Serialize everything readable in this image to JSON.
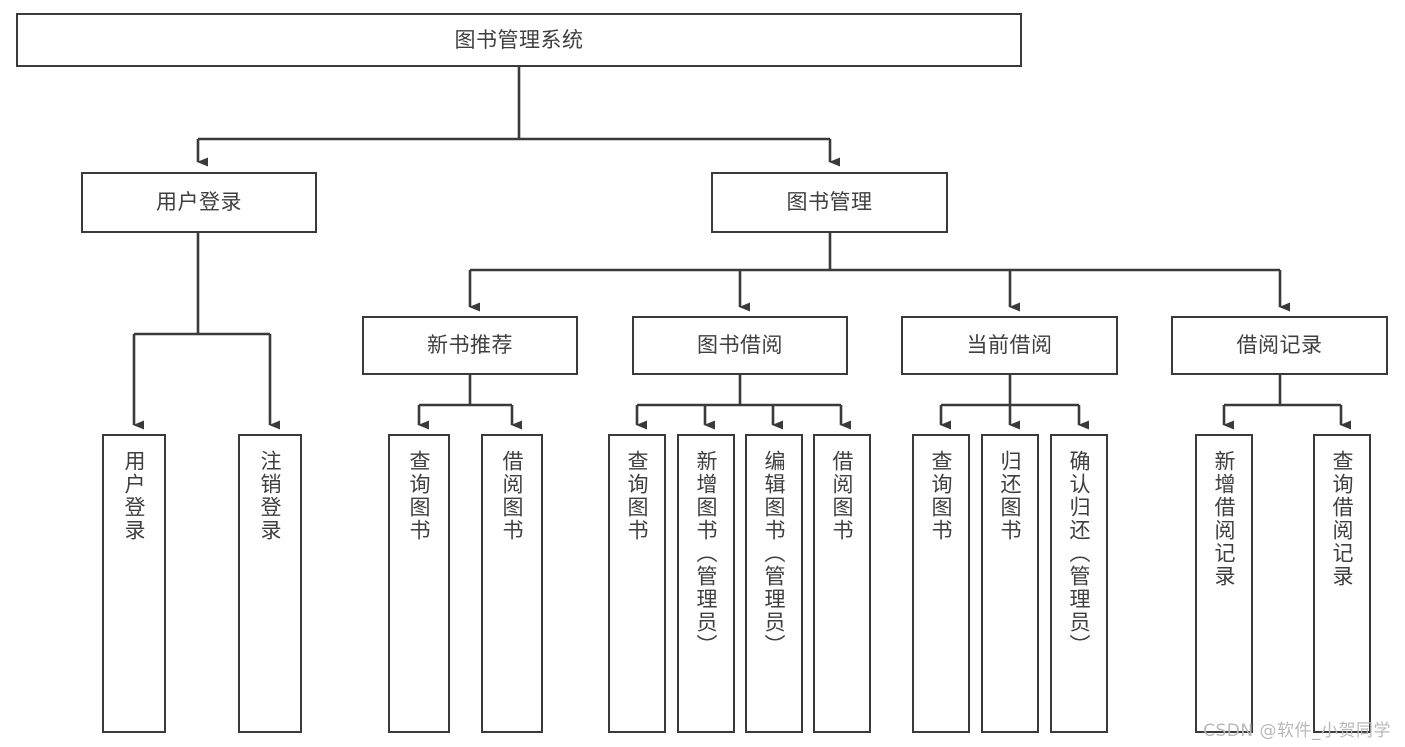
{
  "diagram": {
    "title": "图书管理系统",
    "watermark": "CSDN @软件_小贺同学",
    "colors": {
      "background": "#ffffff",
      "node_border": "#3a3a3a",
      "node_fill": "#ffffff",
      "text": "#3f3f3f",
      "edge": "#3a3a3a",
      "watermark": "#b9b9b9"
    },
    "nodes": {
      "root": {
        "label": "图书管理系统",
        "orientation": "horizontal"
      },
      "level2": [
        {
          "id": "user-login",
          "label": "用户登录",
          "orientation": "horizontal"
        },
        {
          "id": "book-management",
          "label": "图书管理",
          "orientation": "horizontal"
        }
      ],
      "level3": [
        {
          "id": "new-book-recommend",
          "label": "新书推荐",
          "orientation": "horizontal"
        },
        {
          "id": "book-borrow",
          "label": "图书借阅",
          "orientation": "horizontal"
        },
        {
          "id": "current-borrow",
          "label": "当前借阅",
          "orientation": "horizontal"
        },
        {
          "id": "borrow-record",
          "label": "借阅记录",
          "orientation": "horizontal"
        }
      ],
      "leaves": [
        {
          "id": "leaf-user-login",
          "label": "用户登录",
          "parent": "user-login",
          "orientation": "vertical"
        },
        {
          "id": "leaf-logout-login",
          "label": "注销登录",
          "parent": "user-login",
          "orientation": "vertical"
        },
        {
          "id": "leaf-query-book-1",
          "label": "查询图书",
          "parent": "new-book-recommend",
          "orientation": "vertical"
        },
        {
          "id": "leaf-borrow-book-1",
          "label": "借阅图书",
          "parent": "new-book-recommend",
          "orientation": "vertical"
        },
        {
          "id": "leaf-query-book-2",
          "label": "查询图书",
          "parent": "book-borrow",
          "orientation": "vertical"
        },
        {
          "id": "leaf-add-book",
          "label": "新增图书（管理员）",
          "parent": "book-borrow",
          "orientation": "vertical"
        },
        {
          "id": "leaf-edit-book",
          "label": "编辑图书（管理员）",
          "parent": "book-borrow",
          "orientation": "vertical"
        },
        {
          "id": "leaf-borrow-book-2",
          "label": "借阅图书",
          "parent": "book-borrow",
          "orientation": "vertical"
        },
        {
          "id": "leaf-query-book-3",
          "label": "查询图书",
          "parent": "current-borrow",
          "orientation": "vertical"
        },
        {
          "id": "leaf-return-book",
          "label": "归还图书",
          "parent": "current-borrow",
          "orientation": "vertical"
        },
        {
          "id": "leaf-confirm-return",
          "label": "确认归还（管理员）",
          "parent": "current-borrow",
          "orientation": "vertical"
        },
        {
          "id": "leaf-add-record",
          "label": "新增借阅记录",
          "parent": "borrow-record",
          "orientation": "vertical"
        },
        {
          "id": "leaf-query-record",
          "label": "查询借阅记录",
          "parent": "borrow-record",
          "orientation": "vertical"
        }
      ]
    }
  }
}
